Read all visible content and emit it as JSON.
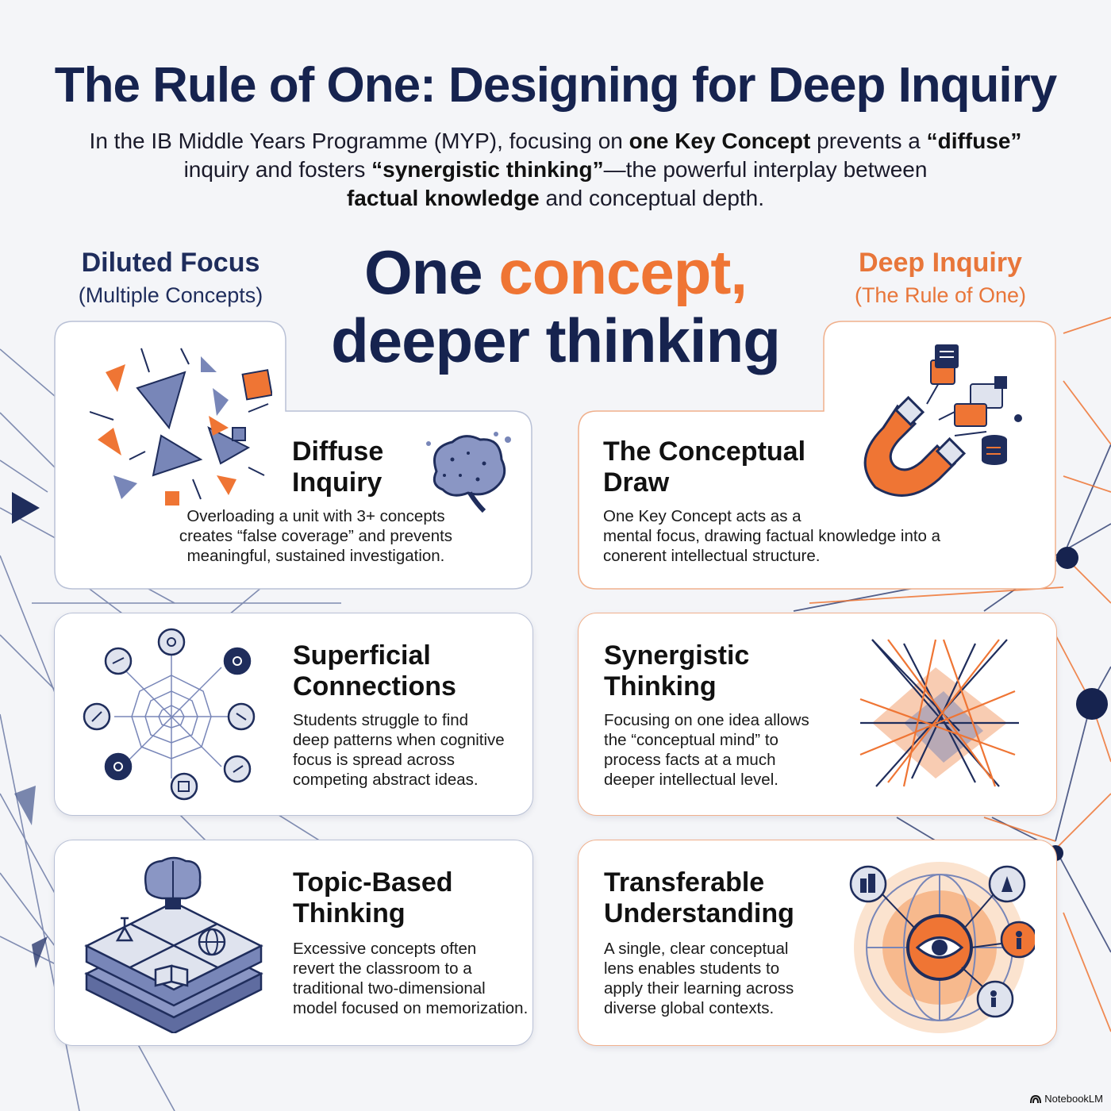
{
  "header": {
    "title": "The Rule of One: Designing for Deep Inquiry",
    "subtitle_parts": [
      {
        "text": "In the IB Middle Years Programme (MYP), focusing on ",
        "bold": false
      },
      {
        "text": "one Key Concept",
        "bold": true
      },
      {
        "text": " prevents a ",
        "bold": false
      },
      {
        "text": "“diffuse”",
        "bold": true
      },
      {
        "text": " inquiry and fosters ",
        "bold": false
      },
      {
        "text": "“synergistic thinking”",
        "bold": true
      },
      {
        "text": "—the powerful interplay between ",
        "bold": false
      },
      {
        "text": "factual knowledge",
        "bold": true
      },
      {
        "text": " and conceptual depth.",
        "bold": false
      }
    ]
  },
  "left_column": {
    "heading": "Diluted Focus",
    "subheading": "(Multiple Concepts)"
  },
  "right_column": {
    "heading": "Deep Inquiry",
    "subheading": "(The Rule of One)"
  },
  "center": {
    "line1_a": "One ",
    "line1_b": "concept,",
    "line2": "deeper thinking"
  },
  "cards": {
    "diffuse": {
      "title_1": "Diffuse",
      "title_2": "Inquiry",
      "desc_1": "Overloading a unit with 3+ concepts",
      "desc_2": "creates “false coverage” and prevents",
      "desc_3": "meaningful, sustained investigation."
    },
    "draw": {
      "title_1": "The Conceptual",
      "title_2": "Draw",
      "desc_1": "One Key Concept acts as a",
      "desc_2": "mental focus, drawing factual knowledge into a",
      "desc_3": "conerent intellectual structure."
    },
    "superficial": {
      "title_1": "Superficial",
      "title_2": "Connections",
      "desc_1": "Students struggle to find",
      "desc_2": "deep patterns when cognitive",
      "desc_3": "focus is spread across",
      "desc_4": "competing abstract ideas."
    },
    "synergistic": {
      "title_1": "Synergistic",
      "title_2": "Thinking",
      "desc_1": "Focusing on one idea allows",
      "desc_2": "the “conceptual mind” to",
      "desc_3": "process facts at a much",
      "desc_4": "deeper intellectual level."
    },
    "topic": {
      "title_1": "Topic-Based",
      "title_2": "Thinking",
      "desc_1": "Excessive concepts often",
      "desc_2": "revert the classroom to a",
      "desc_3": "traditional two-dimensional",
      "desc_4": "model focused on memorization."
    },
    "transferable": {
      "title_1": "Transferable",
      "title_2": "Understanding",
      "desc_1": "A single, clear conceptual",
      "desc_2": "lens enables students to",
      "desc_3": "apply their learning across",
      "desc_4": "diverse global contexts."
    }
  },
  "brand": "NotebookLM",
  "colors": {
    "navy": "#16234f",
    "orange": "#ef7534",
    "slate": "#6b78a8"
  },
  "icons": [
    "scattered-shapes-icon",
    "brain-icon",
    "magnet-icon",
    "document-icons",
    "web-network-icon",
    "intersecting-lines-icon",
    "layered-blocks-icon",
    "globe-eye-icon"
  ]
}
